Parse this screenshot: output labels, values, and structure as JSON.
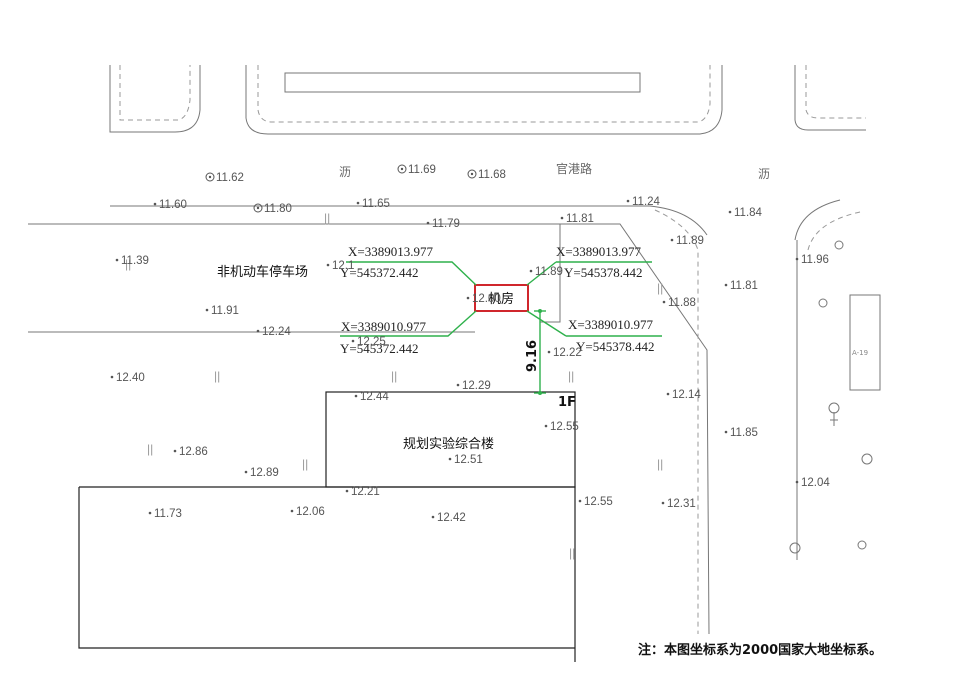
{
  "labels": {
    "parking": "非机动车停车场",
    "machine_room": "机房",
    "building": "规划实验综合楼",
    "floor": "1F",
    "road": "官港路",
    "road_mark": "沥",
    "lot_code": "A-19"
  },
  "distance": "9.16",
  "coordinates": {
    "top_left_x": "X=3389013.977",
    "top_left_y": "Y=545372.442",
    "top_right_x": "X=3389013.977",
    "top_right_y": "Y=545378.442",
    "bottom_left_x": "X=3389010.977",
    "bottom_left_y": "Y=545372.442",
    "bottom_right_x": "X=3389010.977",
    "bottom_right_y": "Y=545378.442"
  },
  "elevations": [
    "11.62",
    "11.69",
    "11.68",
    "11.60",
    "11.80",
    "11.65",
    "11.79",
    "11.24",
    "11.84",
    "11.81",
    "11.89",
    "11.39",
    "12.1",
    "11.89",
    "11.96",
    "11.81",
    "11.88",
    "11.91",
    "12.24",
    "12.00",
    "12.25",
    "12.22",
    "12.40",
    "12.29",
    "12.14",
    "12.44",
    "12.55",
    "11.85",
    "12.86",
    "12.89",
    "12.51",
    "12.04",
    "12.21",
    "12.55",
    "12.31",
    "11.73",
    "12.06",
    "12.42"
  ],
  "note": "注：本图坐标系为2000国家大地坐标系。",
  "colors": {
    "machine_room_border": "#d0262c",
    "dimension_line": "#2fb14c"
  }
}
